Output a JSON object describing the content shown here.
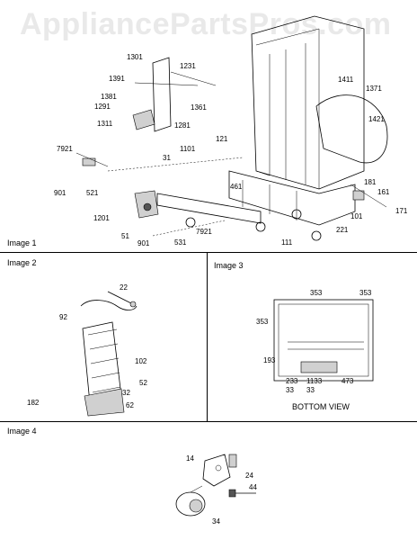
{
  "watermark": "AppliancePartsPros.com",
  "panels": {
    "image1": {
      "label": "Image 1"
    },
    "image2": {
      "label": "Image 2"
    },
    "image3": {
      "label": "Image 3",
      "caption": "BOTTOM VIEW"
    },
    "image4": {
      "label": "Image 4"
    }
  },
  "callouts": {
    "image1": [
      "1301",
      "1231",
      "1391",
      "1381",
      "1291",
      "1361",
      "1311",
      "1281",
      "1411",
      "1371",
      "1421",
      "7921",
      "121",
      "1101",
      "31",
      "461",
      "901",
      "521",
      "1201",
      "51",
      "901",
      "531",
      "7921",
      "111",
      "181",
      "161",
      "171",
      "101",
      "221"
    ],
    "image2": [
      "22",
      "92",
      "102",
      "52",
      "182",
      "32",
      "62"
    ],
    "image3": [
      "353",
      "353",
      "353",
      "193",
      "233",
      "33",
      "1133",
      "33",
      "473"
    ],
    "image4": [
      "14",
      "24",
      "44",
      "34"
    ]
  }
}
